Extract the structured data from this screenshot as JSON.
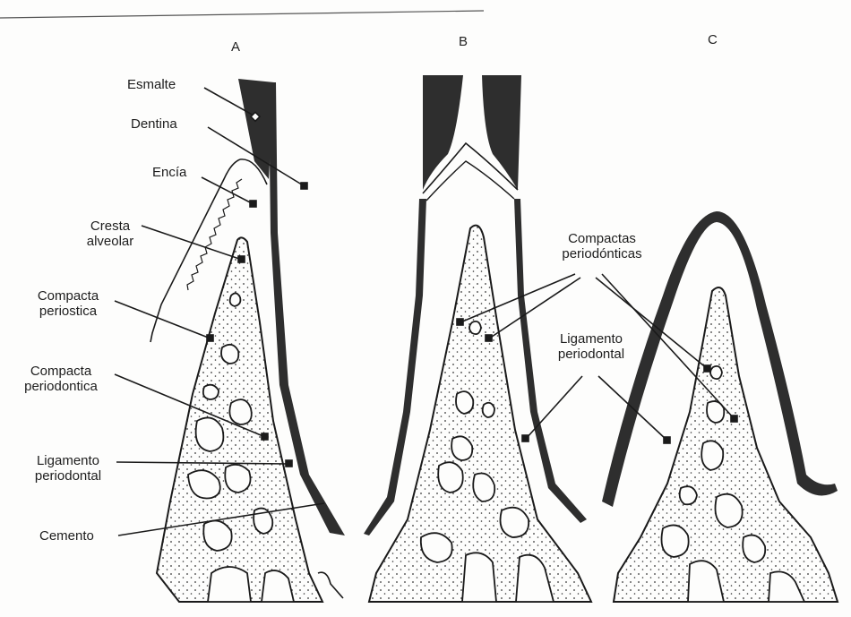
{
  "panels": {
    "a": "A",
    "b": "B",
    "c": "C"
  },
  "labels": {
    "esmalte": "Esmalte",
    "dentina": "Dentina",
    "encia": "Encía",
    "cresta_1": "Cresta",
    "cresta_2": "alveolar",
    "compacta_periostica_1": "Compacta",
    "compacta_periostica_2": "periostica",
    "compacta_periodontica_1": "Compacta",
    "compacta_periodontica_2": "periodontica",
    "ligamento_1": "Ligamento",
    "ligamento_2": "periodontal",
    "cemento": "Cemento",
    "compactas_periodonticas_1": "Compactas",
    "compactas_periodonticas_2": "periodónticas",
    "ligamento_b_1": "Ligamento",
    "ligamento_b_2": "periodontal"
  },
  "colors": {
    "ink": "#1a1a1a",
    "tooth": "#2e2e2e",
    "paper": "#fdfdfc"
  }
}
